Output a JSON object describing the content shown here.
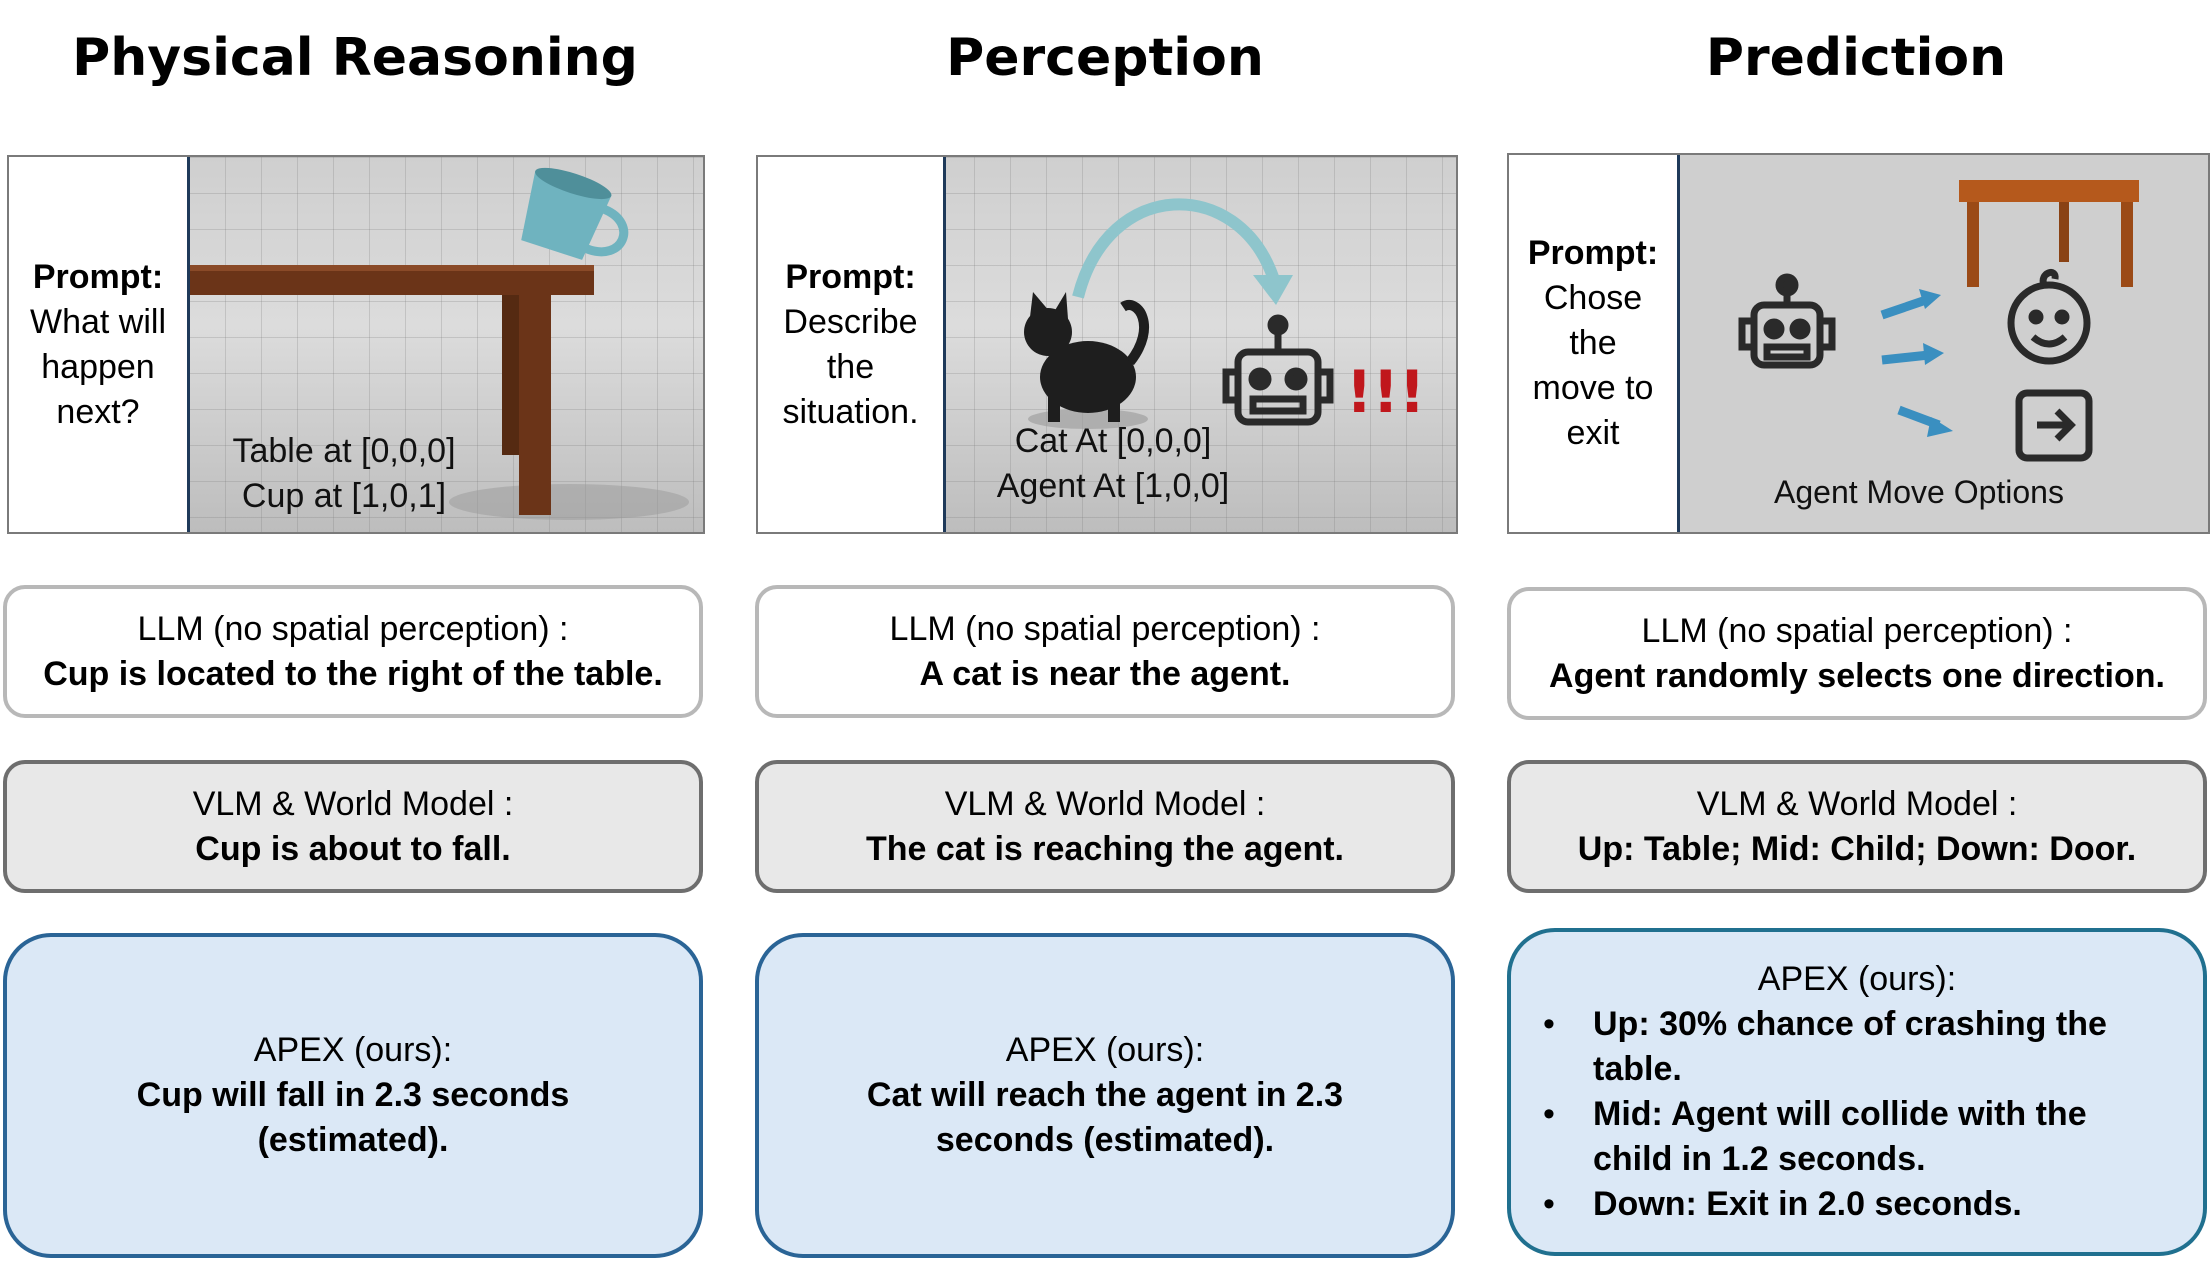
{
  "columns": [
    {
      "title": "Physical Reasoning",
      "prompt_label": "Prompt:",
      "prompt_lines": [
        "What will",
        "happen",
        "next?"
      ],
      "scene_text": [
        "Table at [0,0,0]",
        "Cup at [1,0,1]"
      ],
      "llm_label": "LLM (no spatial perception) :",
      "llm_text": "Cup is located to the right of the table.",
      "vlm_label": "VLM & World Model :",
      "vlm_text": "Cup is about to fall.",
      "apex_label": "APEX (ours):",
      "apex_lines": [
        "Cup will fall in 2.3 seconds",
        "(estimated)."
      ]
    },
    {
      "title": "Perception",
      "prompt_label": "Prompt:",
      "prompt_lines": [
        "Describe",
        "the",
        "situation."
      ],
      "scene_text": [
        "Cat At [0,0,0]",
        "Agent At [1,0,0]"
      ],
      "alert": "!!!",
      "llm_label": "LLM (no spatial perception) :",
      "llm_text": "A cat is near the agent.",
      "vlm_label": "VLM & World Model :",
      "vlm_text": "The cat is reaching the agent.",
      "apex_label": "APEX (ours):",
      "apex_lines": [
        "Cat will reach the agent in 2.3",
        "seconds (estimated)."
      ]
    },
    {
      "title": "Prediction",
      "prompt_label": "Prompt:",
      "prompt_lines": [
        "Chose",
        "the",
        "move to",
        "exit"
      ],
      "scene_text": [
        "Agent Move Options"
      ],
      "llm_label": "LLM (no spatial perception) :",
      "llm_text": "Agent randomly selects one direction.",
      "vlm_label": "VLM & World Model :",
      "vlm_text": "Up: Table; Mid: Child; Down: Door.",
      "apex_label": "APEX (ours):",
      "apex_bullets": [
        [
          "Up: 30% chance of crashing the",
          "table."
        ],
        [
          "Mid: Agent will collide with the",
          "child in 1.2 seconds."
        ],
        [
          "Down: Exit in 2.0 seconds."
        ]
      ]
    }
  ],
  "colors": {
    "table": "#6b3418",
    "cup": "#6fb3bf",
    "arrow": "#8ec5cc",
    "alert": "#c0171c",
    "move_arrows": "#3a8fc0",
    "apex_border": "#2a6496",
    "apex_fill": "#dbe8f6"
  }
}
